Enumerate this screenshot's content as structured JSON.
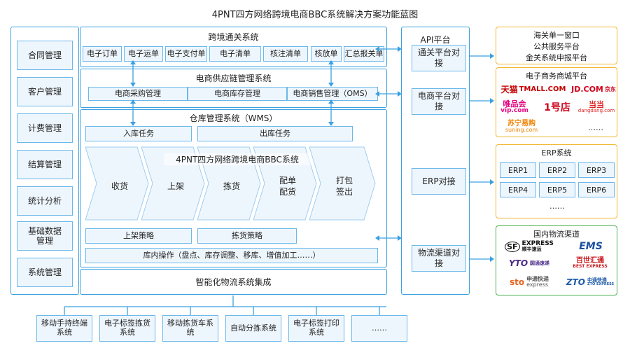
{
  "title": "4PNT四方网络跨境电商BBC系统解决方案功能蓝图",
  "left_menu": [
    "合同管理",
    "客户管理",
    "计费管理",
    "结算管理",
    "统计分析",
    "基础数据管理",
    "系统管理"
  ],
  "customs": {
    "title": "跨境通关系统",
    "items": [
      "电子订单",
      "电子运单",
      "电子支付单",
      "电子清单",
      "核注清单",
      "核放单",
      "汇总报关单"
    ]
  },
  "supply": {
    "title": "电商供应链管理系统",
    "items": [
      "电商采购管理",
      "电商库存管理",
      "电商销售管理（OMS）"
    ]
  },
  "wms": {
    "title": "仓库管理系统（WMS）",
    "inbound": "入库任务",
    "outbound": "出库任务",
    "overlay": "4PNT四方网络跨境电商BBC系统",
    "steps": [
      "收货",
      "上架",
      "拣货",
      "配单配货",
      "打包签出"
    ],
    "putaway": "上架策略",
    "picking": "拣货策略",
    "inventory": "库内操作（盘点、库存调整、移库、增值加工……）"
  },
  "logistics_integration": "智能化物流系统集成",
  "devices": [
    "移动手持终端系统",
    "电子标签拣货系统",
    "移动拣货车系统",
    "自动分拣系统",
    "电子标签打印系统",
    "……"
  ],
  "api": {
    "title": "API平台",
    "items": [
      "通关平台对接",
      "电商平台对接",
      "ERP对接",
      "物流渠道对接"
    ]
  },
  "customs_platform": [
    "海关单一窗口",
    "公共服务平台",
    "金关系统申报平台"
  ],
  "ecommerce": {
    "title": "电子商务商城平台",
    "logos": [
      "天猫",
      "TMALL.COM",
      "JD.COM",
      "京东",
      "唯品会",
      "vip.com",
      "1号店",
      "当当",
      "dangdang.com",
      "苏宁易购",
      "suning.com",
      "……"
    ]
  },
  "erp": {
    "title": "ERP系统",
    "items": [
      "ERP1",
      "ERP2",
      "ERP3",
      "ERP4",
      "ERP5",
      "ERP6"
    ],
    "more": "……"
  },
  "logistics": {
    "title": "国内物流渠道",
    "logos": [
      "SF",
      "EXPRESS",
      "顺丰速运",
      "EMS",
      "YTO",
      "圆通速递",
      "百世汇通",
      "BEST EXPRESS",
      "sto",
      "申通快递",
      "express",
      "ZTO",
      "中通快递",
      "ZTO EXPRESS"
    ]
  },
  "colors": {
    "border": "#3aa0e0",
    "cell": "#eef6fd",
    "yellow": "#f0b830",
    "green": "#4caf50"
  }
}
